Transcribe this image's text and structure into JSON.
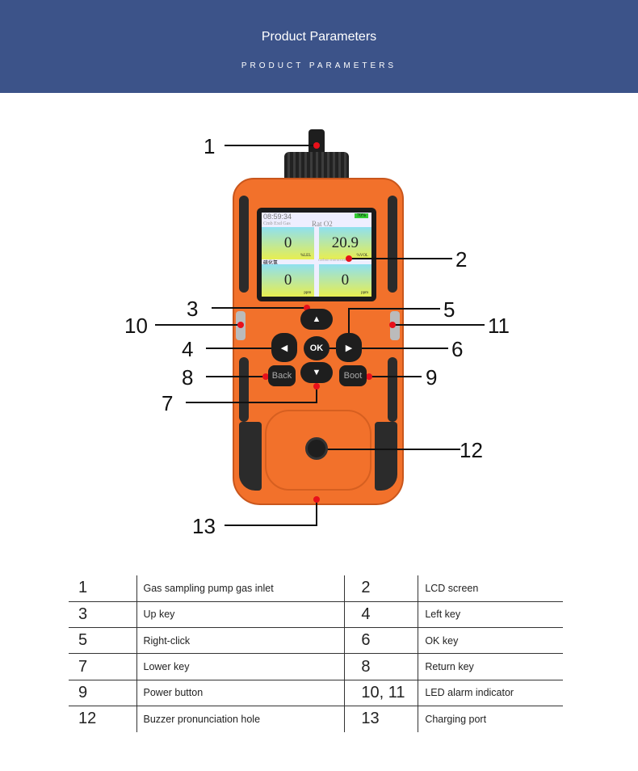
{
  "header": {
    "title": "Product Parameters",
    "subtitle": "PRODUCT PARAMETERS"
  },
  "device": {
    "screen": {
      "time": "08:59:34",
      "battery": "70%",
      "gas1_label": "Cmb Exd Gas",
      "gas2_label": "Rat O2",
      "gas1_value": "0",
      "gas1_unit": "%LEL",
      "gas2_value": "20.9",
      "gas2_unit": "%VOL",
      "gas3_label": "硫化氢",
      "gas4_label": "carbon monoxide",
      "gas3_value": "0",
      "gas3_unit": "ppm",
      "gas4_value": "0",
      "gas4_unit": "ppm"
    },
    "buttons": {
      "ok": "OK",
      "back": "Back",
      "boot": "Boot"
    },
    "callouts": [
      "1",
      "2",
      "3",
      "4",
      "5",
      "6",
      "7",
      "8",
      "9",
      "10",
      "11",
      "12",
      "13"
    ]
  },
  "table": [
    {
      "n1": "1",
      "d1": "Gas sampling pump gas inlet",
      "n2": "2",
      "d2": "LCD screen"
    },
    {
      "n1": "3",
      "d1": "Up key",
      "n2": "4",
      "d2": "Left key"
    },
    {
      "n1": "5",
      "d1": "Right-click",
      "n2": "6",
      "d2": "OK key"
    },
    {
      "n1": "7",
      "d1": "Lower key",
      "n2": "8",
      "d2": "Return key"
    },
    {
      "n1": "9",
      "d1": "Power button",
      "n2": "10,  11",
      "d2": "LED alarm indicator"
    },
    {
      "n1": "12",
      "d1": "Buzzer pronunciation hole",
      "n2": "13",
      "d2": "Charging port"
    }
  ]
}
